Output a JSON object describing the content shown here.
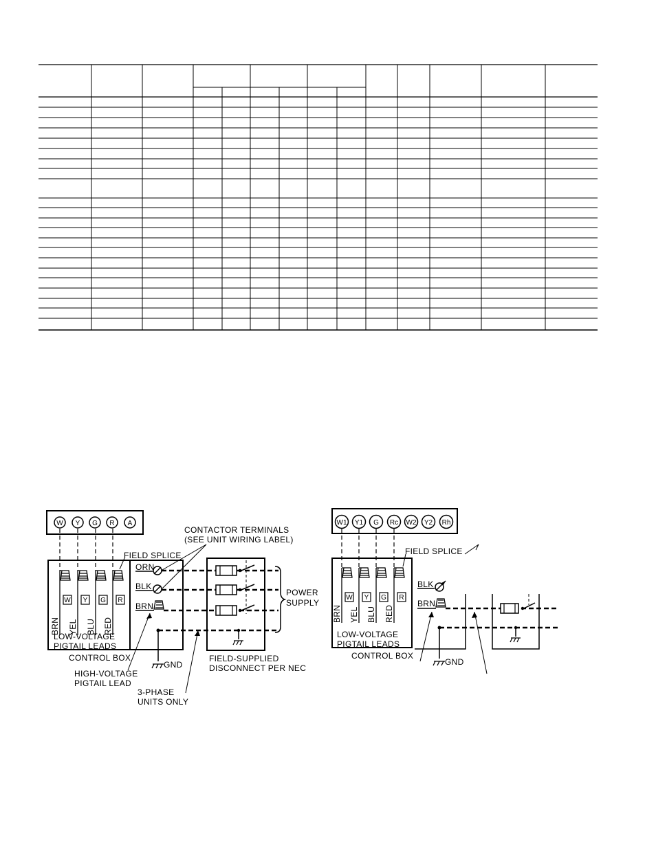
{
  "table": {
    "header_group_count": 3,
    "body_rows": 23,
    "cells": "blank"
  },
  "left_diagram": {
    "thermostat_terminals": [
      "W",
      "Y",
      "G",
      "R",
      "A"
    ],
    "lead_colors": [
      "BRN",
      "YEL",
      "BLU",
      "RED"
    ],
    "box_terminals": [
      "W",
      "Y",
      "G",
      "R"
    ],
    "labels": {
      "field_splice": "FIELD SPLICE",
      "contactor_1": "CONTACTOR TERMINALS",
      "contactor_2": "(SEE UNIT WIRING LABEL)",
      "orn": "ORN",
      "blk": "BLK",
      "brn": "BRN",
      "low_voltage_1": "LOW-VOLTAGE",
      "low_voltage_2": "PIGTAIL LEADS",
      "control_box": "CONTROL BOX",
      "high_voltage_1": "HIGH-VOLTAGE",
      "high_voltage_2": "PIGTAIL LEAD",
      "gnd": "GND",
      "three_phase_1": "3-PHASE",
      "three_phase_2": "UNITS ONLY",
      "power_supply_1": "POWER",
      "power_supply_2": "SUPPLY",
      "disconnect_1": "FIELD-SUPPLIED",
      "disconnect_2": "DISCONNECT PER NEC"
    }
  },
  "right_diagram": {
    "thermostat_terminals": [
      "W1",
      "Y1",
      "G",
      "Rc",
      "W2",
      "Y2",
      "Rh"
    ],
    "lead_colors": [
      "BRN",
      "YEL",
      "BLU",
      "RED"
    ],
    "box_terminals": [
      "W",
      "Y",
      "G",
      "R"
    ],
    "labels": {
      "field_splice": "FIELD SPLICE",
      "blk": "BLK",
      "brn": "BRN",
      "low_voltage_1": "LOW-VOLTAGE",
      "low_voltage_2": "PIGTAIL LEADS",
      "control_box": "CONTROL BOX",
      "gnd": "GND"
    }
  }
}
